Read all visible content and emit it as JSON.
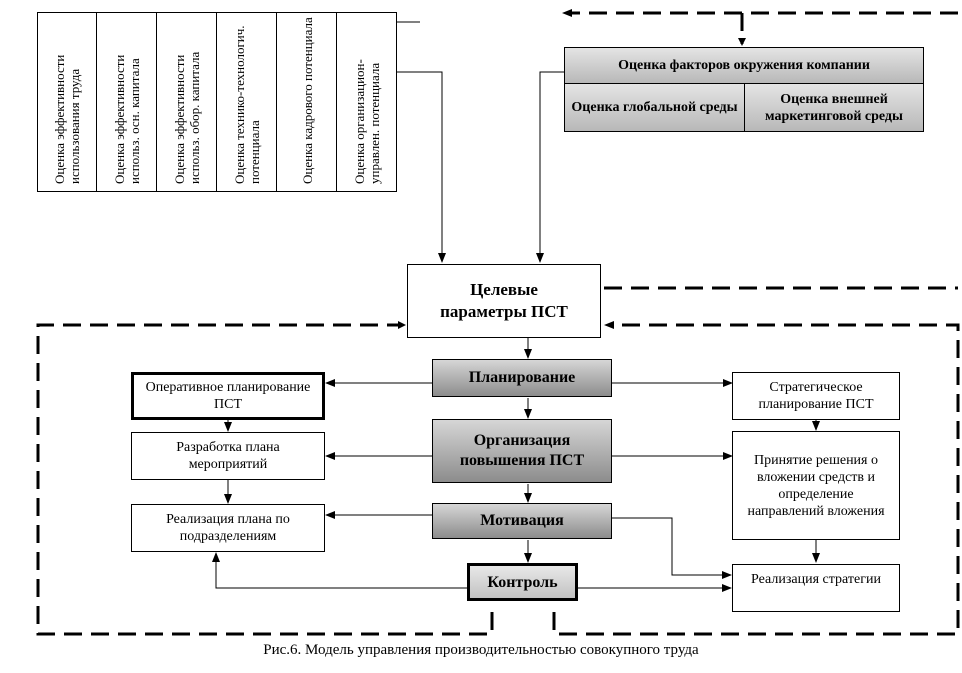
{
  "assessments": [
    "Оценка эффективности использования труда",
    "Оценка эффективности использ. осн. капитала",
    "Оценка эффективности использ. обор. капитала",
    "Оценка технико-технологич. потенциала",
    "Оценка кадрового потенциала",
    "Оценка организацион-управлен. потенциала"
  ],
  "environment": {
    "title": "Оценка факторов окружения компании",
    "global": "Оценка глобальной среды",
    "marketing": "Оценка внешней маркетинговой среды"
  },
  "target": "Целевые параметры ПСТ",
  "center": {
    "planning": "Планирование",
    "organization": "Организация повышения ПСТ",
    "motivation": "Мотивация",
    "control": "Контроль"
  },
  "left": {
    "operative": "Оперативное планирование ПСТ",
    "plan_dev": "Разработка плана мероприятий",
    "plan_impl": "Реализация плана  по подразделениям"
  },
  "right": {
    "strategic": "Стратегическое планирование ПСТ",
    "investment": "Принятие решения о вложении средств и определение направлений вложения",
    "strategy_impl": "Реализация стратегии"
  },
  "caption": "Рис.6.  Модель  управления производительностью совокупного труда"
}
